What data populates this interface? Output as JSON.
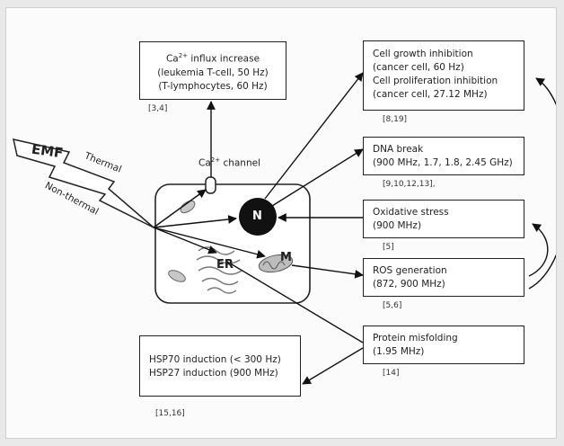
{
  "emf_label": "EMF",
  "thermal_label": "Thermal",
  "nonthermal_label": "Non-thermal",
  "channel_label": {
    "pre": "Ca",
    "sup": "2+",
    "post": " channel"
  },
  "organelles": {
    "nucleus": "N",
    "er": "ER",
    "mito": "M"
  },
  "boxes": {
    "calcium": {
      "title_pre": "Ca",
      "title_sup": "2+",
      "title_post": " influx increase",
      "line2": "(leukemia T-cell, 50 Hz)",
      "line3": "(T-lymphocytes, 60 Hz)",
      "ref": "[3,4]"
    },
    "growth": {
      "line1": "Cell growth inhibition",
      "line2": "(cancer cell, 60 Hz)",
      "line3": "Cell proliferation inhibition",
      "line4": "(cancer cell, 27.12 MHz)",
      "ref": "[8,19]"
    },
    "dna": {
      "line1": "DNA break",
      "line2": "(900 MHz, 1.7, 1.8, 2.45 GHz)",
      "ref": "[9,10,12,13],"
    },
    "oxidative": {
      "line1": "Oxidative stress",
      "line2": "(900 MHz)",
      "ref": "[5]"
    },
    "ros": {
      "line1": "ROS generation",
      "line2": "(872, 900 MHz)",
      "ref": "[5,6]"
    },
    "protein": {
      "line1": "Protein misfolding",
      "line2": "(1.95 MHz)",
      "ref": "[14]"
    },
    "hsp": {
      "line1": "HSP70 induction (< 300 Hz)",
      "line2": "HSP27 induction (900 MHz)",
      "ref": "[15,16]"
    }
  }
}
